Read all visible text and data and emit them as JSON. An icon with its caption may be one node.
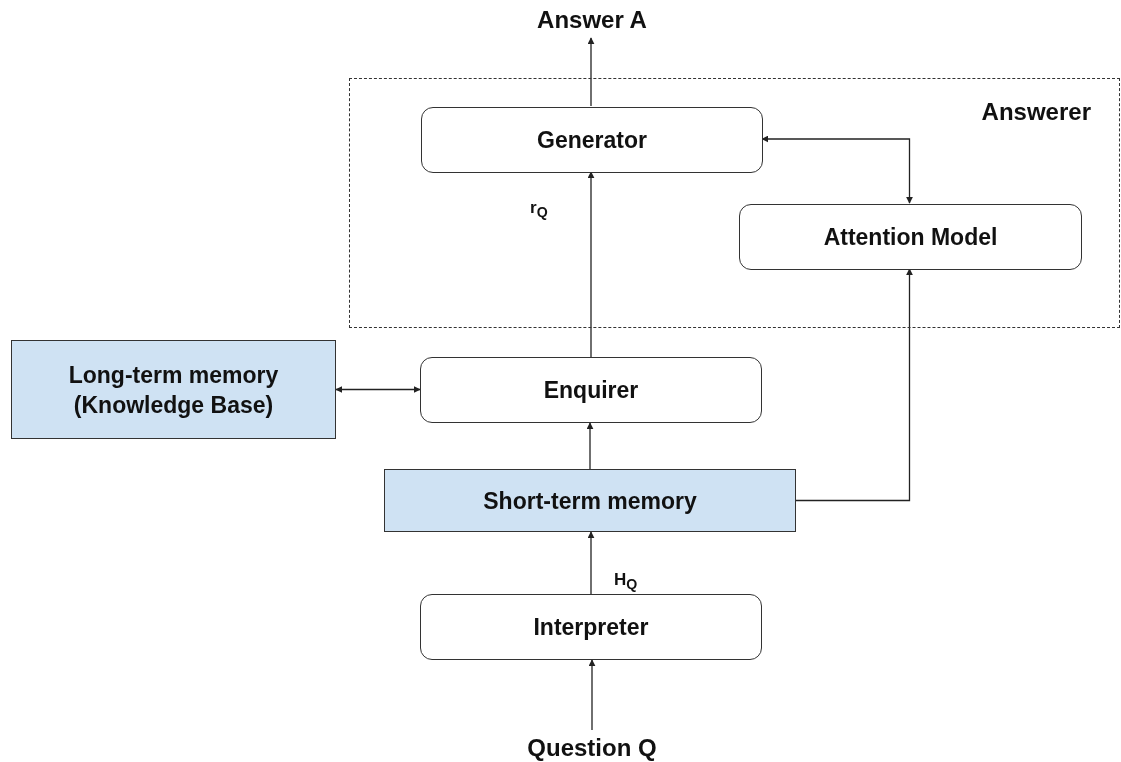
{
  "diagram": {
    "nodes": [
      {
        "text": [
          "Answer A"
        ]
      },
      {
        "text": [
          "Answerer"
        ]
      },
      {
        "text": [
          "Generator"
        ],
        "in": 1
      },
      {
        "text": [
          "Attention Model"
        ],
        "in": 1
      },
      {
        "text": [
          "Long-term memory (Knowledge Base)"
        ]
      },
      {
        "text": [
          "Enquirer"
        ]
      },
      {
        "text": [
          "Short-term memory"
        ]
      },
      {
        "text": [
          "Interpreter"
        ]
      },
      {
        "text": [
          "Question Q"
        ]
      }
    ],
    "edges": [
      {
        "from": 8,
        "to": 7,
        "arrow": "to"
      },
      {
        "from": 7,
        "to": 6,
        "arrow": "to",
        "label": "H$_{Q}$"
      },
      {
        "from": 6,
        "to": 5,
        "arrow": "to"
      },
      {
        "from": 4,
        "to": 5,
        "arrow": "both"
      },
      {
        "from": 5,
        "to": 2,
        "arrow": "to",
        "label": "r$_{Q}$"
      },
      {
        "from": 6,
        "to": 3,
        "arrow": "to"
      },
      {
        "from": 2,
        "to": 3,
        "arrow": "both"
      },
      {
        "from": 2,
        "to": 0,
        "arrow": "to"
      }
    ]
  }
}
